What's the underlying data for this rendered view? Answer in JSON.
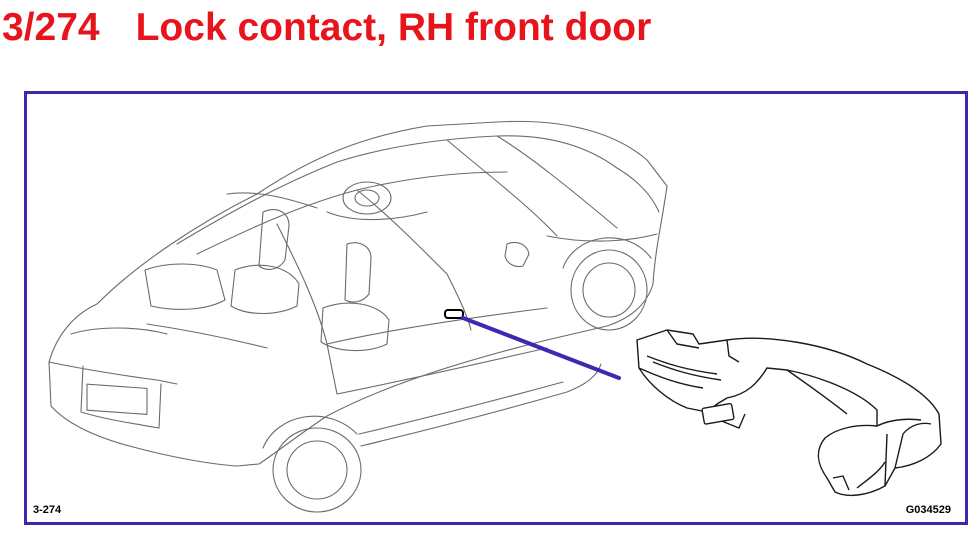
{
  "header": {
    "number": "3/274",
    "title": "Lock contact, RH front door"
  },
  "illustration": {
    "code_left": "3-274",
    "code_right": "G034529",
    "colors": {
      "title": "#e8141c",
      "frame": "#3a2ab0",
      "pointer": "#3a2ab0",
      "linework": "#6b6b6b"
    }
  }
}
